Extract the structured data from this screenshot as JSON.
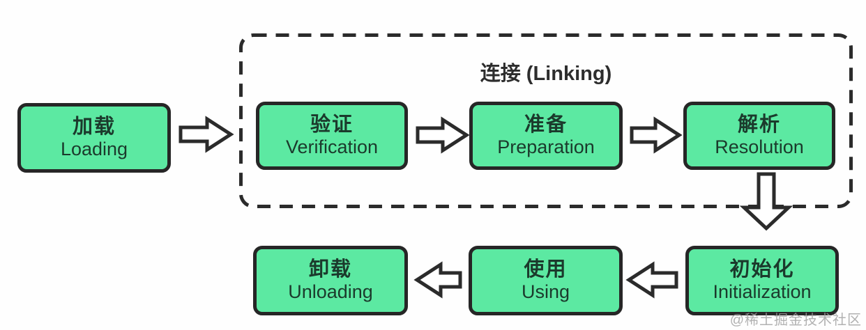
{
  "diagram": {
    "title": "连接 (Linking)",
    "nodes": [
      {
        "id": "loading",
        "zh": "加载",
        "en": "Loading"
      },
      {
        "id": "verification",
        "zh": "验证",
        "en": "Verification"
      },
      {
        "id": "preparation",
        "zh": "准备",
        "en": "Preparation"
      },
      {
        "id": "resolution",
        "zh": "解析",
        "en": "Resolution"
      },
      {
        "id": "initialization",
        "zh": "初始化",
        "en": "Initialization"
      },
      {
        "id": "using",
        "zh": "使用",
        "en": "Using"
      },
      {
        "id": "unloading",
        "zh": "卸载",
        "en": "Unloading"
      }
    ],
    "colors": {
      "node_fill": "#5ce9a2",
      "node_border": "#262626",
      "node_text": "#1b3a2c",
      "arrow_stroke": "#2b2b2b",
      "arrow_fill": "#ffffff",
      "linking_group_border": "#2b2b2b",
      "watermark_text_color": "#9f9f9f",
      "background": "#fefefe"
    },
    "watermark": "@稀土掘金技术社区"
  }
}
